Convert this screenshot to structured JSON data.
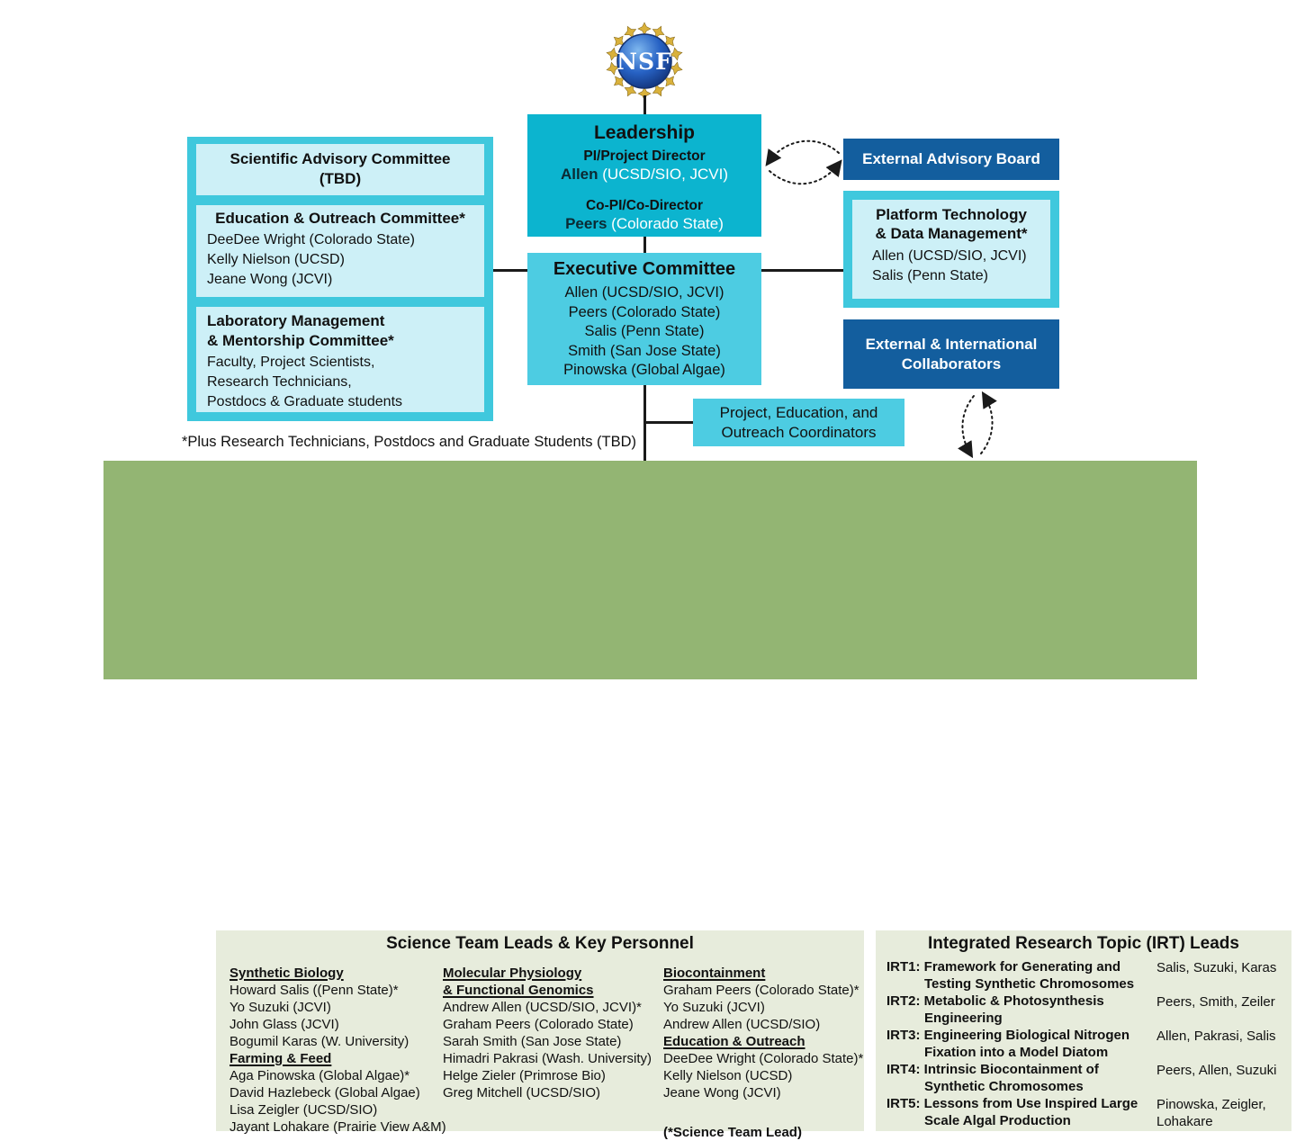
{
  "nsf": {
    "label": "NSF"
  },
  "leadership": {
    "title": "Leadership",
    "role1": "PI/Project Director",
    "name1": "Allen",
    "aff1": "(UCSD/SIO, JCVI)",
    "role2": "Co-PI/Co-Director",
    "name2": "Peers",
    "aff2": "(Colorado State)"
  },
  "executive": {
    "title": "Executive Committee",
    "members": [
      "Allen (UCSD/SIO, JCVI)",
      "Peers (Colorado State)",
      "Salis (Penn State)",
      "Smith (San Jose State)",
      "Pinowska (Global Algae)"
    ]
  },
  "committees": {
    "sac_line1": "Scientific Advisory Committee",
    "sac_line2": "(TBD)",
    "eoc_title": "Education & Outreach Committee*",
    "eoc_members": [
      "DeeDee Wright (Colorado State)",
      "Kelly Nielson (UCSD)",
      "Jeane Wong (JCVI)"
    ],
    "lmc_title_line1": "Laboratory Management",
    "lmc_title_line2": "& Mentorship Committee*",
    "lmc_members": [
      "Faculty, Project Scientists,",
      "Research Technicians,",
      "Postdocs & Graduate students"
    ]
  },
  "footnote": "*Plus Research Technicians, Postdocs and Graduate Students (TBD)",
  "external_advisory_board": {
    "label": "External Advisory Board"
  },
  "platform": {
    "title_line1": "Platform Technology",
    "title_line2": "& Data Management*",
    "members": [
      "Allen (UCSD/SIO, JCVI)",
      "Salis (Penn State)"
    ]
  },
  "collaborators": {
    "line1": "External & International",
    "line2": "Collaborators"
  },
  "coordinators": {
    "line1": "Project, Education, and",
    "line2": "Outreach Coordinators"
  },
  "science_team": {
    "title": "Science Team Leads & Key Personnel",
    "col1": [
      "Synthetic Biology",
      "Howard Salis ((Penn State)*",
      "Yo Suzuki (JCVI)",
      "John Glass (JCVI)",
      "Bogumil Karas (W. University)",
      "Farming & Feed",
      "Aga Pinowska (Global Algae)*",
      "David Hazlebeck (Global Algae)",
      "Lisa Zeigler (UCSD/SIO)",
      "Jayant Lohakare (Prairie View A&M)"
    ],
    "col2": [
      "Molecular Physiology",
      "& Functional Genomics",
      "Andrew Allen (UCSD/SIO, JCVI)*",
      "Graham Peers (Colorado State)",
      "Sarah Smith (San Jose State)",
      "Himadri Pakrasi (Wash. University)",
      "Helge Zieler (Primrose Bio)",
      "Greg Mitchell (UCSD/SIO)"
    ],
    "col3": [
      "Biocontainment",
      "Graham Peers (Colorado State)*",
      "Yo Suzuki (JCVI)",
      "Andrew Allen (UCSD/SIO)",
      "Education & Outreach",
      "DeeDee Wright (Colorado State)*",
      "Kelly Nielson (UCSD)",
      "Jeane Wong (JCVI)"
    ],
    "footnote": "(*Science Team Lead)"
  },
  "irt": {
    "title": "Integrated Research Topic (IRT) Leads",
    "rows": [
      {
        "title": "IRT1: Framework for Generating and Testing Synthetic Chromosomes",
        "leads": "Salis, Suzuki, Karas"
      },
      {
        "title": "IRT2: Metabolic & Photosynthesis Engineering",
        "leads": "Peers, Smith, Zeiler"
      },
      {
        "title": "IRT3: Engineering Biological Nitrogen Fixation into a Model Diatom",
        "leads": "Allen, Pakrasi, Salis"
      },
      {
        "title": "IRT4: Intrinsic Biocontainment of Synthetic Chromosomes",
        "leads": "Peers, Allen, Suzuki"
      },
      {
        "title": "IRT5: Lessons from Use Inspired Large Scale Algal Production",
        "leads": "Pinowska, Zeigler, Lohakare"
      }
    ]
  },
  "colors": {
    "teal_dark": "#0CB4CF",
    "teal_light": "#4DCCE2",
    "turquoise": "#3FC8DD",
    "pale_cyan": "#CDF0F7",
    "dark_blue": "#135E9E",
    "olive_green": "#93B573",
    "pale_green": "#E7ECDC",
    "line": "#1A1A1A",
    "nsf_gold": "#D9B13B",
    "nsf_blue": "#2762C4"
  }
}
